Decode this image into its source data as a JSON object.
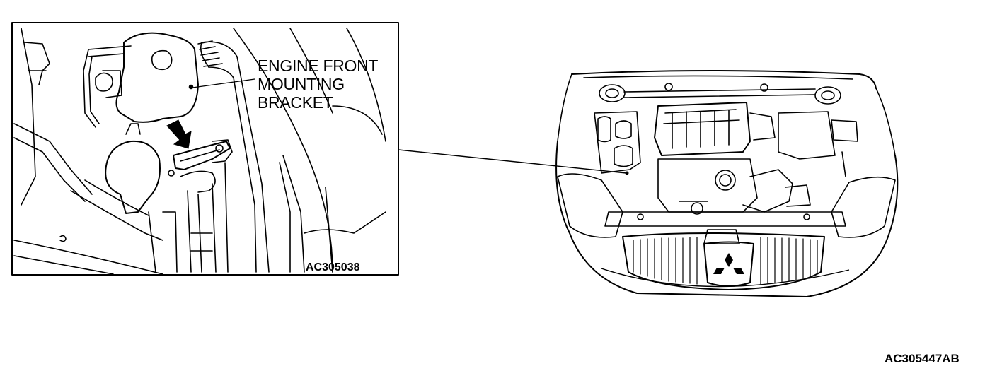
{
  "inset": {
    "label_lines": [
      "ENGINE FRONT",
      "MOUNTING",
      "BRACKET"
    ],
    "code": "AC305038"
  },
  "figure_code": "AC305447AB",
  "vehicle": {
    "emblem": "three-diamond-emblem-icon"
  },
  "colors": {
    "line": "#000000",
    "background": "#ffffff"
  }
}
